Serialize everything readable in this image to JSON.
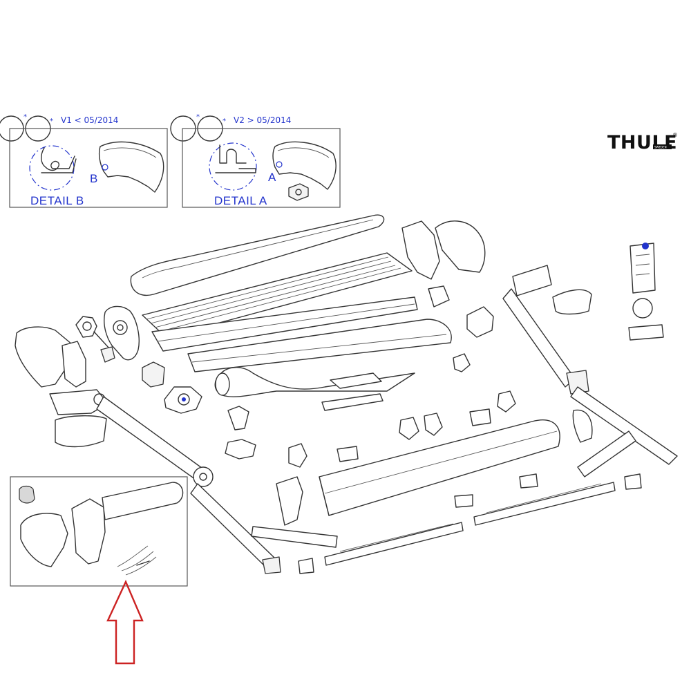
{
  "brand": {
    "logo_text": "THULE",
    "registered_mark": "®",
    "tagline": "SWEDEN"
  },
  "insets": [
    {
      "version_label": "V1 < 05/2014",
      "detail_label": "DETAIL B",
      "callout_letter": "B",
      "marker": "*"
    },
    {
      "version_label": "V2 > 05/2014",
      "detail_label": "DETAIL A",
      "callout_letter": "A",
      "marker": "*"
    }
  ],
  "colors": {
    "callout_blue": "#2233cc",
    "line": "#333333",
    "arrow_red": "#cc2222"
  },
  "highlight_arrow": {
    "icon": "up-arrow-outline"
  }
}
